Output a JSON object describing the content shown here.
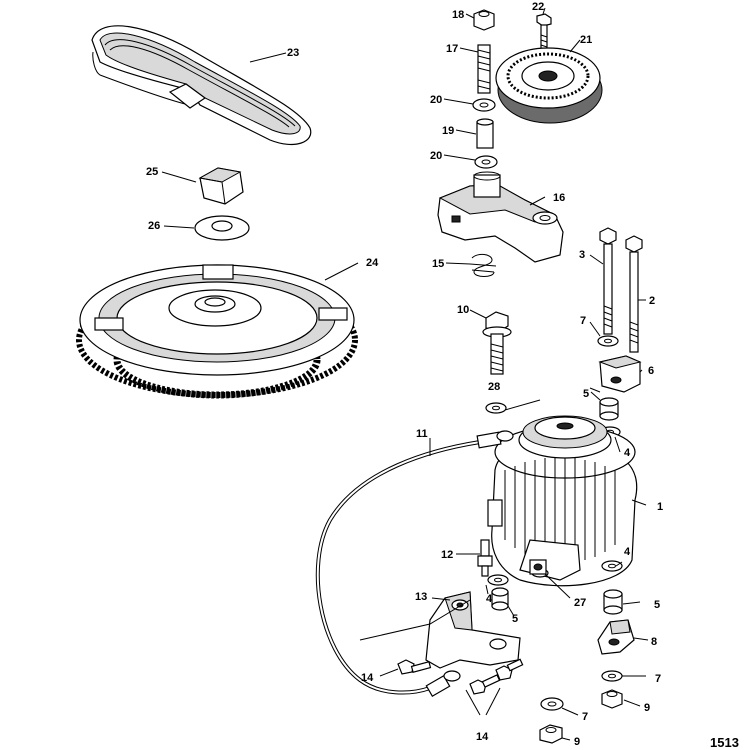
{
  "callouts": {
    "c1": "1",
    "c2": "2",
    "c3": "3",
    "c4a": "4",
    "c4b": "4",
    "c4c": "4",
    "c5a": "5",
    "c5b": "5",
    "c5c": "5",
    "c6": "6",
    "c7a": "7",
    "c7b": "7",
    "c7c": "7",
    "c8": "8",
    "c9a": "9",
    "c9b": "9",
    "c10": "10",
    "c11": "11",
    "c12": "12",
    "c13": "13",
    "c14a": "14",
    "c14b": "14",
    "c15": "15",
    "c16": "16",
    "c17": "17",
    "c18": "18",
    "c19": "19",
    "c20a": "20",
    "c20b": "20",
    "c21": "21",
    "c22": "22",
    "c23": "23",
    "c24": "24",
    "c25": "25",
    "c26": "26",
    "c27": "27",
    "c28": "28"
  },
  "figure_id": "1513",
  "colors": {
    "line": "#000000",
    "shade": "#d9d9d9",
    "dark": "#6b6b6b",
    "background": "#ffffff"
  }
}
